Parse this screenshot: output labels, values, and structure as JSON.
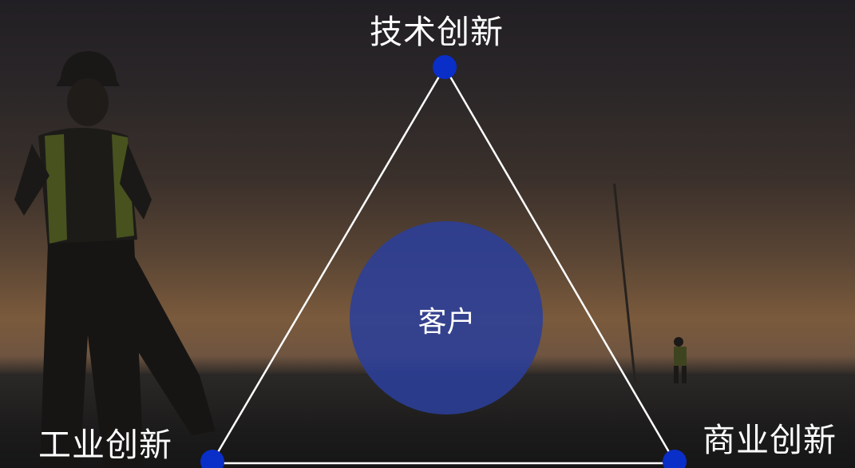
{
  "diagram": {
    "type": "triangle",
    "center": {
      "label": "客户"
    },
    "vertices": {
      "top": {
        "label": "技术创新"
      },
      "bottom_left": {
        "label": "工业创新"
      },
      "bottom_right": {
        "label": "商业创新"
      }
    }
  },
  "colors": {
    "node": "#0a2ec8",
    "center_circle": "#2b3f9a",
    "edge": "#ffffff",
    "text": "#ffffff"
  }
}
